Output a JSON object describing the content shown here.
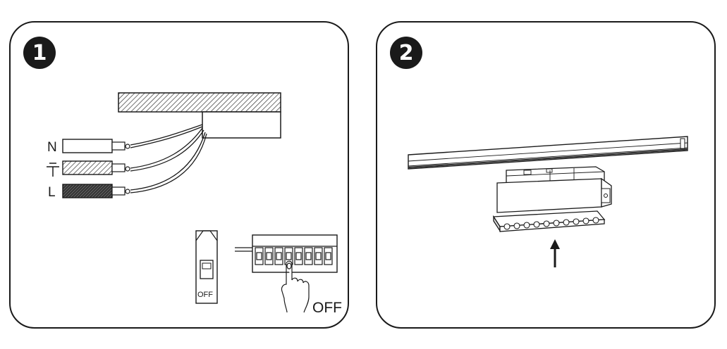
{
  "steps": [
    {
      "number": "1",
      "wire_labels": {
        "neutral": "N",
        "live": "L"
      },
      "icons": [
        "ground-symbol-icon",
        "breaker-icon",
        "terminal-block-icon",
        "hand-pointer-icon"
      ],
      "breaker_label": "OFF",
      "power_label": "OFF"
    },
    {
      "number": "2",
      "icons": [
        "track-rail-icon",
        "track-spotlight-icon",
        "up-arrow-icon"
      ]
    }
  ]
}
